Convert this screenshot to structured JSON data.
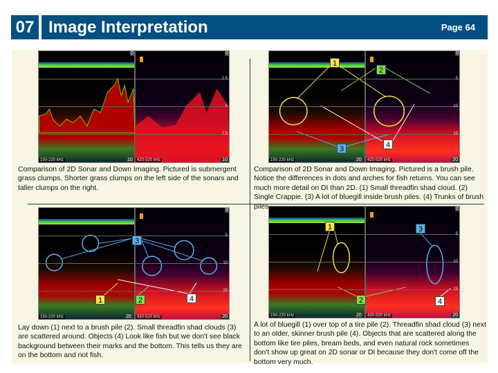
{
  "header": {
    "chapter": "07",
    "title": "Image Interpretation",
    "page": "Page 64"
  },
  "colors": {
    "header": "#044f80",
    "background": "#f9f5e5",
    "tag1": "#f5e64a",
    "tag2": "#7de04a",
    "tag3": "#5ab4f0",
    "tag4": "#ffffff"
  },
  "panels": [
    {
      "freq_left": "150-220 kHz",
      "freq_right": "420-520 kHz",
      "depth_top": "0",
      "depth_marks": [
        "2.5",
        "5",
        "7.5"
      ],
      "depth_bottom": "10",
      "caption": "Comparison of 2D Sonar and Down Imaging. Pictured is submergent grass clumps. Shorter grass clumps on the left side of the sonars and taller clumps on the right."
    },
    {
      "freq_left": "150-220 kHz",
      "freq_right": "420-520 kHz",
      "depth_top": "0",
      "depth_marks": [
        "5",
        "10",
        "15"
      ],
      "depth_bottom": "20",
      "tags": [
        "1",
        "2",
        "3",
        "4"
      ],
      "caption": "Comparison of 2D Sonar and Down Imaging. Pictured is a brush pile. Notice the differences in dots and arches for fish returns. You can see much more detail on DI than 2D. (1) Small threadfin shad cloud. (2) Single Crappie. (3) A lot of bluegill inside brush piles. (4) Trunks of brush piles."
    },
    {
      "freq_left": "150-220 kHz",
      "freq_right": "420-520 kHz",
      "depth_top": "0",
      "depth_marks": [
        "5",
        "10",
        "15"
      ],
      "depth_bottom": "20",
      "tags": [
        "1",
        "2",
        "3",
        "4"
      ],
      "caption": "Lay down (1) next to a brush pile (2). Small threadfin shad clouds (3) are scattered around. Objects (4) Look like fish but we don't see black background between their marks and the bottom. This tells us they are on the bottom and not fish."
    },
    {
      "freq_left": "150-220 kHz",
      "freq_right": "420-520 kHz",
      "depth_top": "0",
      "depth_marks": [
        "5",
        "10",
        "15"
      ],
      "depth_bottom": "20",
      "tags": [
        "1",
        "2",
        "3",
        "4"
      ],
      "caption": "A lot of bluegill (1) over top of a tire pile (2). Threadfin shad cloud (3) next to an older, skinner brush pile (4). Objects that are scattered along the bottom like tire piles, bream beds, and even natural rock sometimes don't show up great on 2D sonar or DI because they don't come off the bottom very much."
    }
  ]
}
